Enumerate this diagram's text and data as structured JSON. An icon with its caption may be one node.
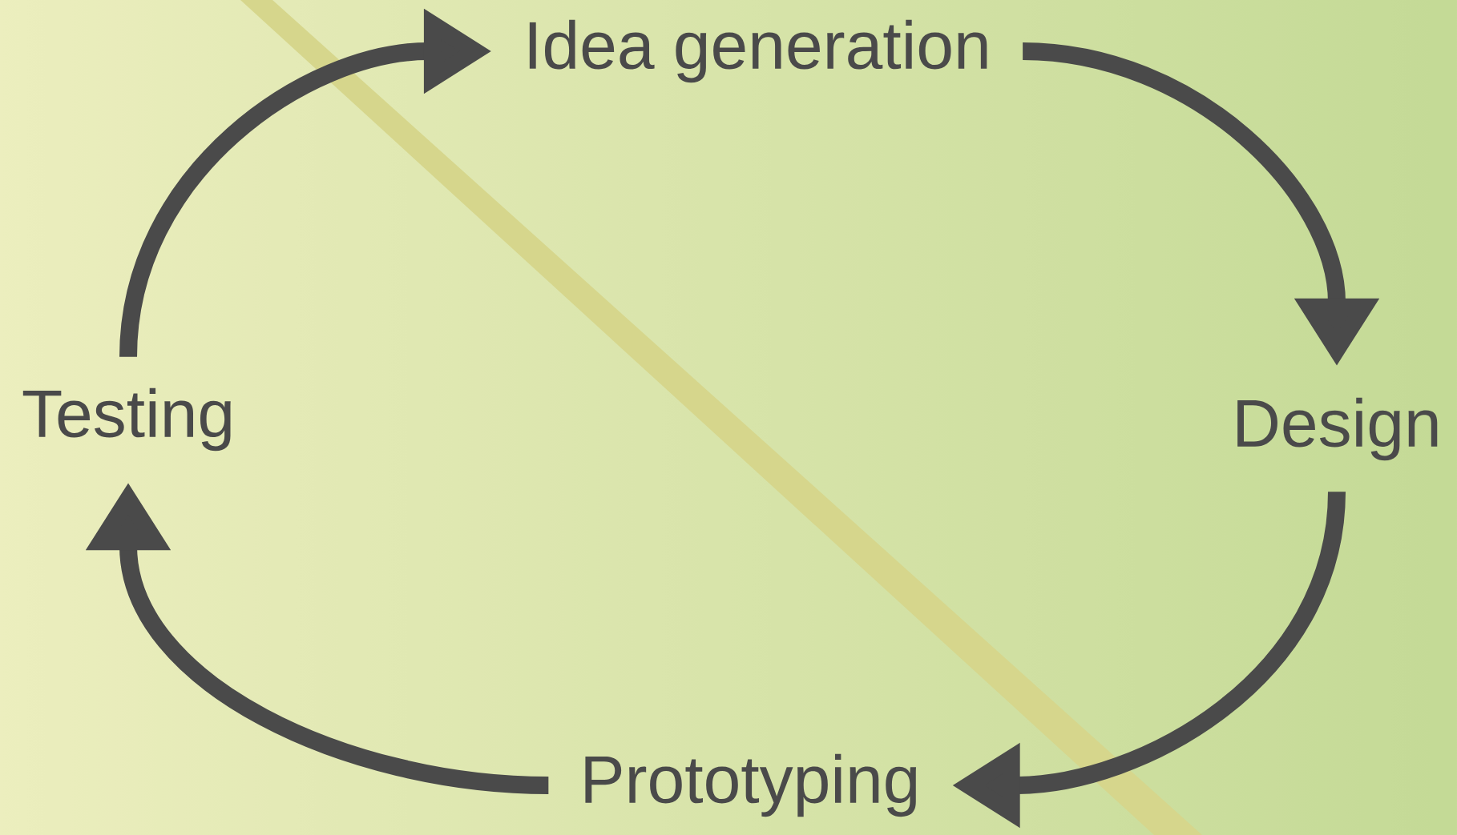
{
  "diagram": {
    "nodes": [
      {
        "text": [
          "Idea generation"
        ]
      },
      {
        "text": [
          "Design"
        ]
      },
      {
        "text": [
          "Prototyping"
        ]
      },
      {
        "text": [
          "Testing"
        ]
      }
    ],
    "edges": [
      {
        "from": 0,
        "to": 1,
        "arrow": "to"
      },
      {
        "from": 1,
        "to": 2,
        "arrow": "to"
      },
      {
        "from": 2,
        "to": 3,
        "arrow": "to"
      },
      {
        "from": 3,
        "to": 0,
        "arrow": "to"
      }
    ]
  }
}
